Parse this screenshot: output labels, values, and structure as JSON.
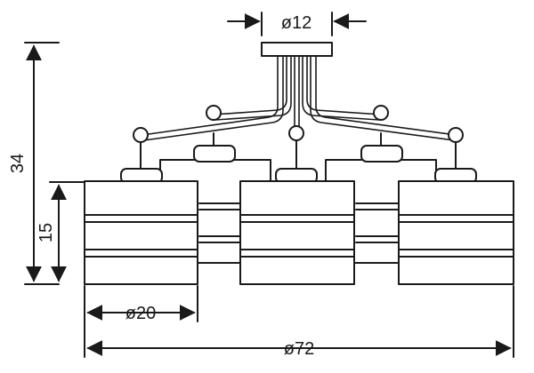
{
  "dimensions": {
    "mount_diameter": "ø12",
    "height_total": "34",
    "shade_height": "15",
    "shade_diameter": "ø20",
    "overall_diameter": "ø72"
  },
  "colors": {
    "line": "#1a1a1a",
    "background": "#ffffff"
  },
  "icons": [
    "arrow-icon"
  ]
}
